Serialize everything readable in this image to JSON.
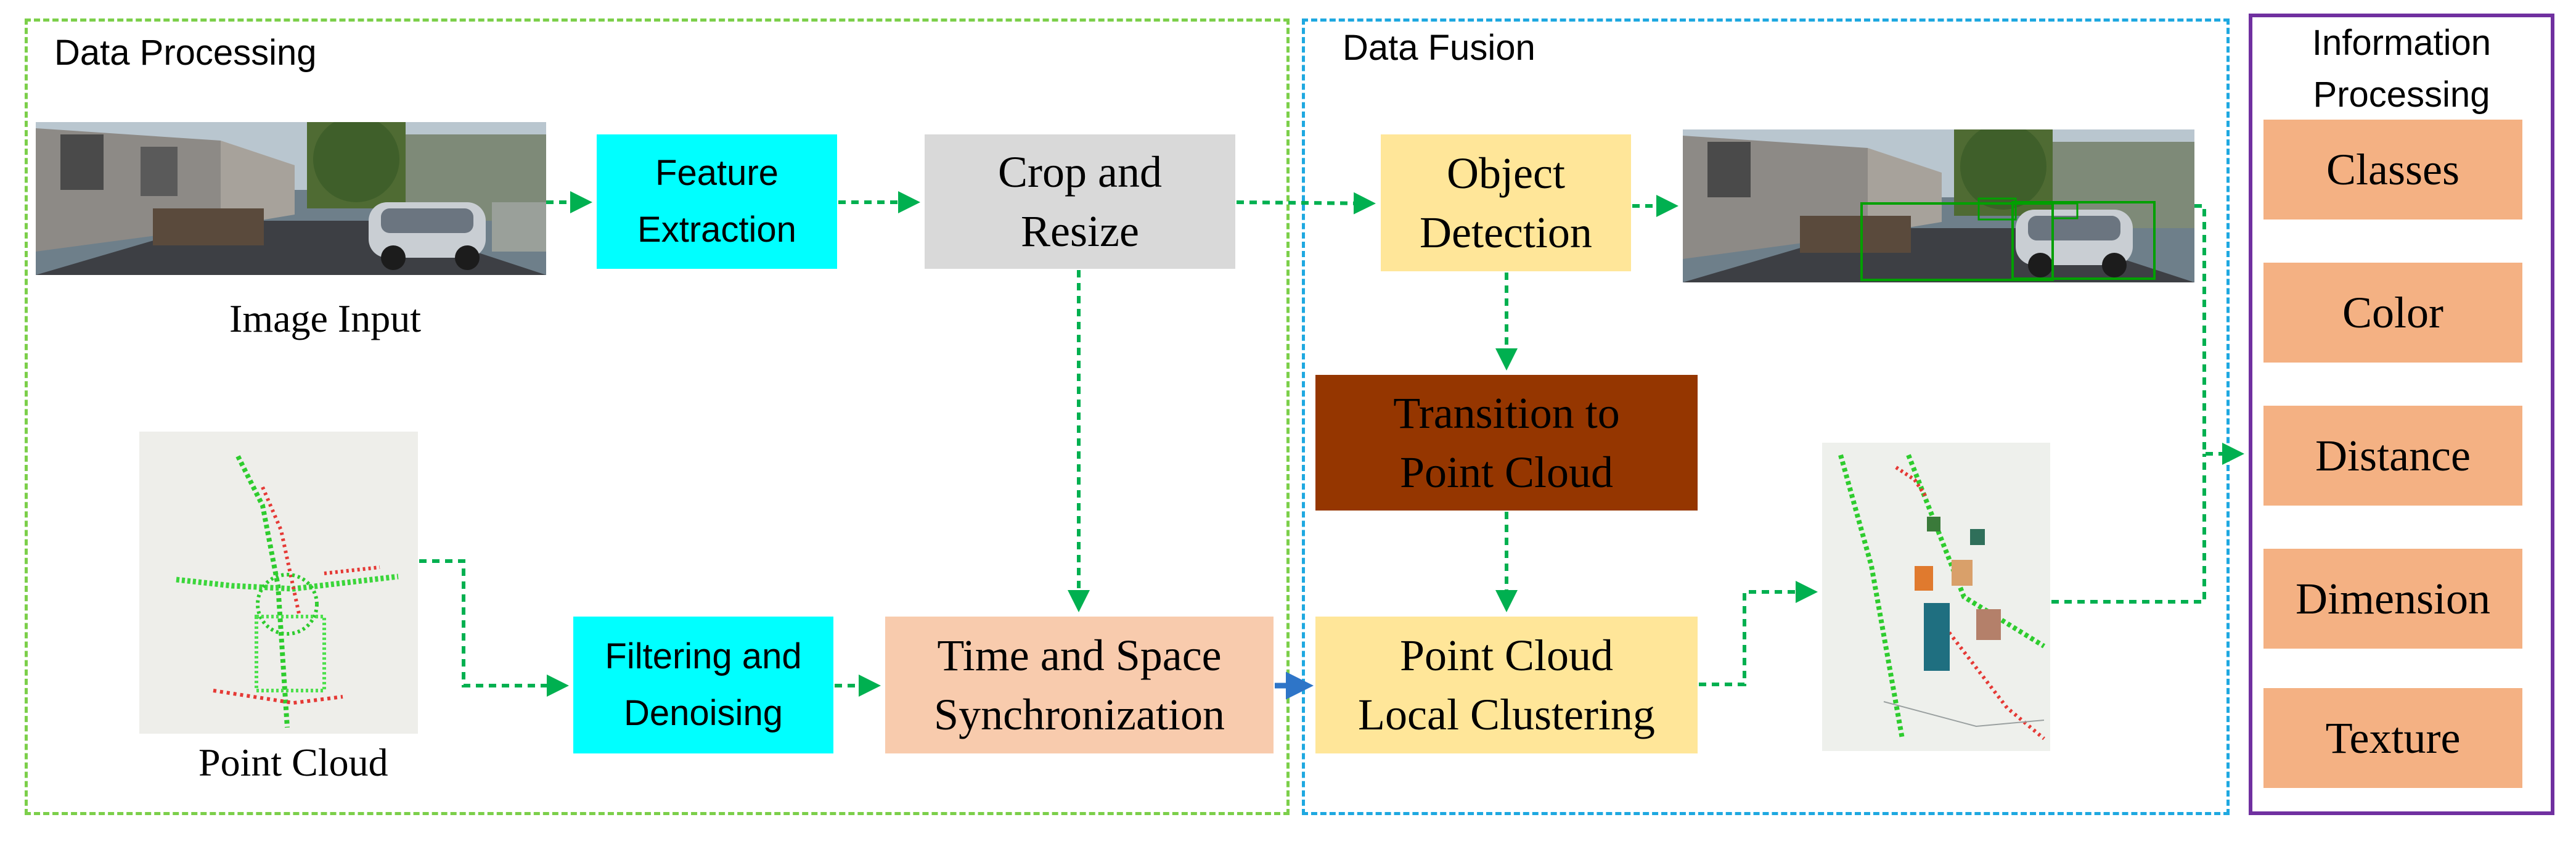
{
  "panels": {
    "data_processing": "Data Processing",
    "data_fusion": "Data Fusion",
    "information_processing": "Information\nProcessing"
  },
  "boxes": {
    "feature_extraction": "Feature\nExtraction",
    "crop_resize": "Crop and\nResize",
    "object_detection": "Object\nDetection",
    "transition": "Transition to\nPoint Cloud",
    "filtering": "Filtering and\nDenoising",
    "sync": "Time and Space\nSynchronization",
    "clustering": "Point Cloud\nLocal Clustering"
  },
  "captions": {
    "image_input": "Image Input",
    "point_cloud": "Point Cloud"
  },
  "outputs": [
    "Classes",
    "Color",
    "Distance",
    "Dimension",
    "Texture"
  ],
  "colors": {
    "processing_border": "#7ccf4a",
    "fusion_border": "#1ea8e0",
    "info_border": "#7030a0",
    "arrow": "#00b050",
    "blue_arrow": "#2e75c8"
  }
}
